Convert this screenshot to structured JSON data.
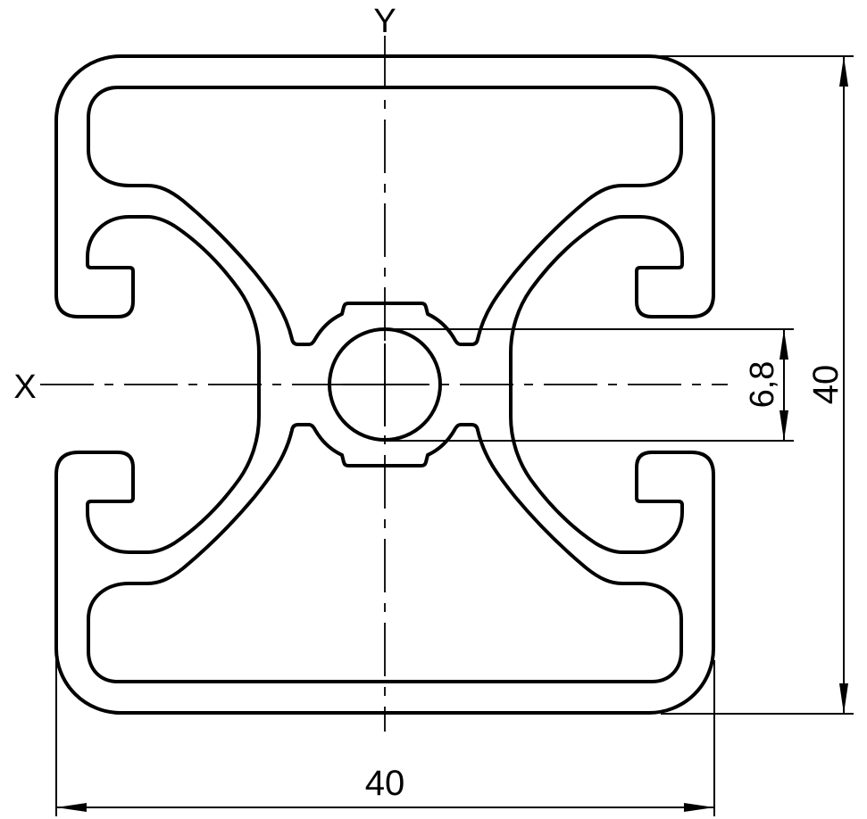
{
  "drawing": {
    "axis_x_label": "X",
    "axis_y_label": "Y",
    "width_dimension": "40",
    "height_dimension": "40",
    "hole_dimension": "6,8"
  },
  "colors": {
    "line": "#000000",
    "background": "#ffffff"
  }
}
